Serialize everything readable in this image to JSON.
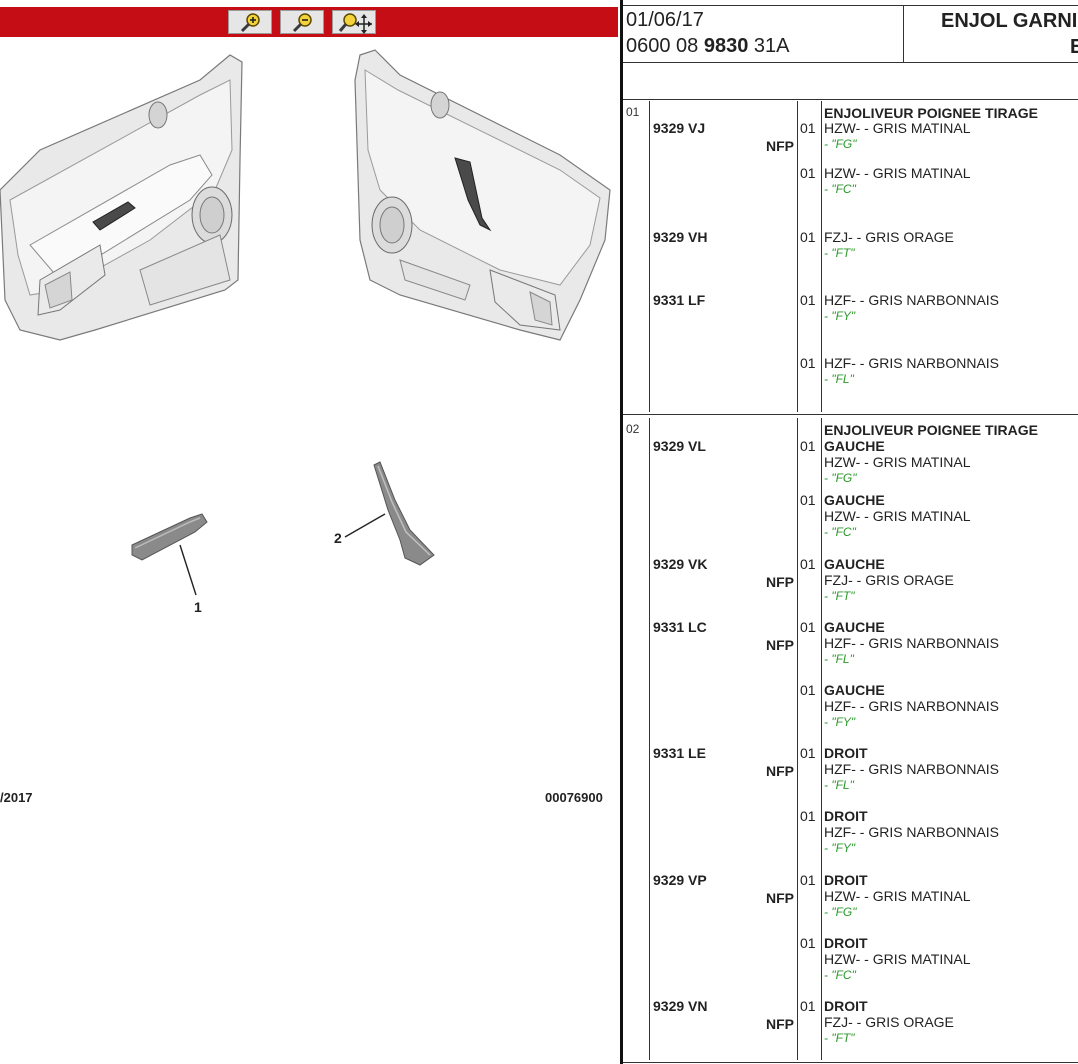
{
  "toolbar": {
    "zoom_in": "zoom-in",
    "zoom_out": "zoom-out",
    "pan_zoom": "pan-zoom"
  },
  "drawing": {
    "date": "/2017",
    "ref": "00076900",
    "callouts": [
      "1",
      "2"
    ]
  },
  "header": {
    "date": "01/06/17",
    "ref_prefix": "0600 08 ",
    "ref_bold": "9830",
    "ref_suffix": " 31A",
    "title": "ENJOL GARNI",
    "letter": "E"
  },
  "groups": [
    {
      "index": "01",
      "title": "ENJOLIVEUR POIGNEE TIRAGE",
      "rows": [
        {
          "pn": "9329 VJ",
          "nfp": "NFP",
          "qty": "01",
          "side": "",
          "desc": "HZW- - GRIS MATINAL",
          "code": "- \"FG\""
        },
        {
          "pn": "",
          "nfp": "",
          "qty": "01",
          "side": "",
          "desc": "HZW- - GRIS MATINAL",
          "code": "- \"FC\""
        },
        {
          "pn": "9329 VH",
          "nfp": "",
          "qty": "01",
          "side": "",
          "desc": "FZJ- - GRIS ORAGE",
          "code": "- \"FT\""
        },
        {
          "pn": "9331 LF",
          "nfp": "",
          "qty": "01",
          "side": "",
          "desc": "HZF- - GRIS NARBONNAIS",
          "code": "- \"FY\""
        },
        {
          "pn": "",
          "nfp": "",
          "qty": "01",
          "side": "",
          "desc": "HZF- - GRIS NARBONNAIS",
          "code": "- \"FL\""
        }
      ]
    },
    {
      "index": "02",
      "title": "ENJOLIVEUR POIGNEE TIRAGE",
      "rows": [
        {
          "pn": "9329 VL",
          "nfp": "",
          "qty": "01",
          "side": "GAUCHE",
          "desc": "HZW- - GRIS MATINAL",
          "code": "- \"FG\""
        },
        {
          "pn": "",
          "nfp": "",
          "qty": "01",
          "side": "GAUCHE",
          "desc": "HZW- - GRIS MATINAL",
          "code": "- \"FC\""
        },
        {
          "pn": "9329 VK",
          "nfp": "NFP",
          "qty": "01",
          "side": "GAUCHE",
          "desc": "FZJ- - GRIS ORAGE",
          "code": "- \"FT\""
        },
        {
          "pn": "9331 LC",
          "nfp": "NFP",
          "qty": "01",
          "side": "GAUCHE",
          "desc": "HZF- - GRIS NARBONNAIS",
          "code": "- \"FL\""
        },
        {
          "pn": "",
          "nfp": "",
          "qty": "01",
          "side": "GAUCHE",
          "desc": "HZF- - GRIS NARBONNAIS",
          "code": "- \"FY\""
        },
        {
          "pn": "9331 LE",
          "nfp": "NFP",
          "qty": "01",
          "side": "DROIT",
          "desc": "HZF- - GRIS NARBONNAIS",
          "code": "- \"FL\""
        },
        {
          "pn": "",
          "nfp": "",
          "qty": "01",
          "side": "DROIT",
          "desc": "HZF- - GRIS NARBONNAIS",
          "code": "- \"FY\""
        },
        {
          "pn": "9329 VP",
          "nfp": "NFP",
          "qty": "01",
          "side": "DROIT",
          "desc": "HZW- - GRIS MATINAL",
          "code": "- \"FG\""
        },
        {
          "pn": "",
          "nfp": "",
          "qty": "01",
          "side": "DROIT",
          "desc": "HZW- - GRIS MATINAL",
          "code": "- \"FC\""
        },
        {
          "pn": "9329 VN",
          "nfp": "NFP",
          "qty": "01",
          "side": "DROIT",
          "desc": "FZJ- - GRIS ORAGE",
          "code": "- \"FT\""
        }
      ]
    }
  ],
  "colors": {
    "toolbar_red": "#c40d14",
    "code_green": "#2b9a2b"
  }
}
